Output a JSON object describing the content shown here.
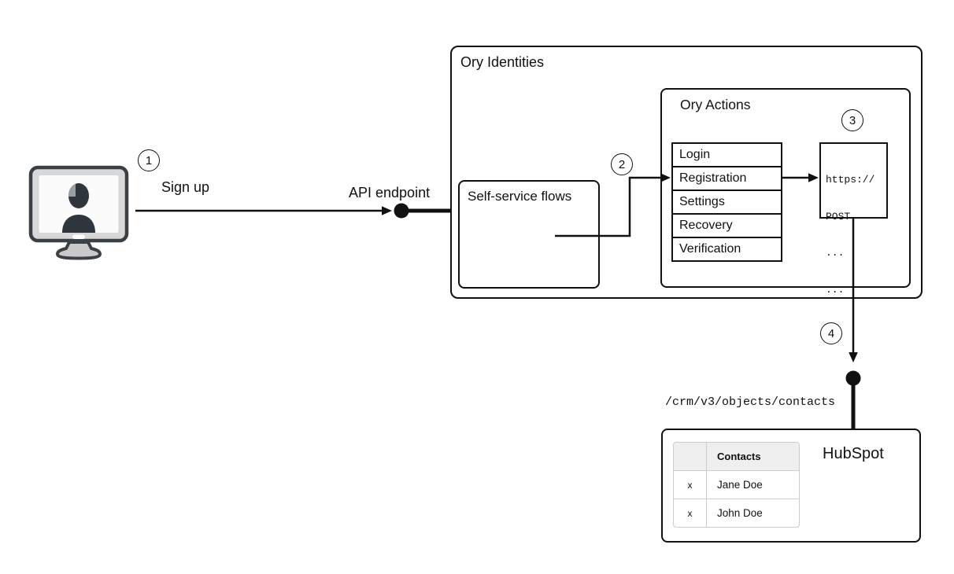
{
  "steps": {
    "one": "1",
    "two": "2",
    "three": "3",
    "four": "4"
  },
  "labels": {
    "sign_up": "Sign up",
    "api_endpoint": "API endpoint"
  },
  "ory_identities": {
    "title": "Ory Identities",
    "self_service": {
      "title": "Self-service flows"
    },
    "ory_actions": {
      "title": "Ory Actions",
      "flows": [
        "Login",
        "Registration",
        "Settings",
        "Recovery",
        "Verification"
      ],
      "webhook_code": [
        "https://",
        "POST",
        "...",
        "..."
      ]
    }
  },
  "hubspot": {
    "title": "HubSpot",
    "endpoint": "/crm/v3/objects/contacts",
    "table": {
      "headers": [
        "",
        "Contacts"
      ],
      "rows": [
        [
          "x",
          "Jane Doe"
        ],
        [
          "x",
          "John Doe"
        ]
      ]
    }
  },
  "icons": {
    "user_computer": "monitor-user-icon",
    "endpoint_dot": "endpoint-dot"
  },
  "colors": {
    "line": "#111111",
    "table_border": "#cccccc",
    "table_header_bg": "#efefef",
    "monitor_body": "#d8d8d8",
    "silhouette": "#2f353c"
  }
}
